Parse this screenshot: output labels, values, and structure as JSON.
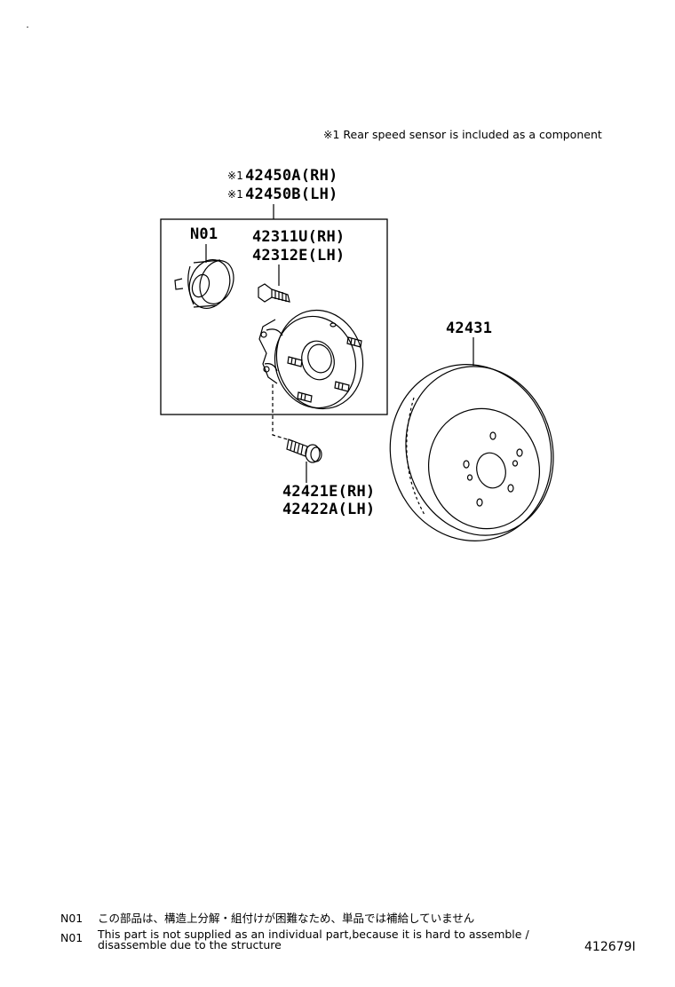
{
  "notes": {
    "component_note": "※1 Rear speed sensor is included as a component"
  },
  "labels": {
    "hub_rh_prefix": "※1",
    "hub_rh": "42450A(RH)",
    "hub_lh_prefix": "※1",
    "hub_lh": "42450B(LH)",
    "n01": "N01",
    "bolt_rh": "42311U(RH)",
    "bolt_lh": "42312E(LH)",
    "rotor": "42431",
    "screw_rh": "42421E(RH)",
    "screw_lh": "42422A(LH)"
  },
  "footer": {
    "jp_code": "N01",
    "jp_text": "この部品は、構造上分解・組付けが困難なため、単品では補給していません",
    "en_code": "N01",
    "en_text_line1": "This part is not supplied as an individual part,because it is hard to assemble /",
    "en_text_line2": "disassemble due to the structure",
    "illustration_code": "412679I"
  }
}
